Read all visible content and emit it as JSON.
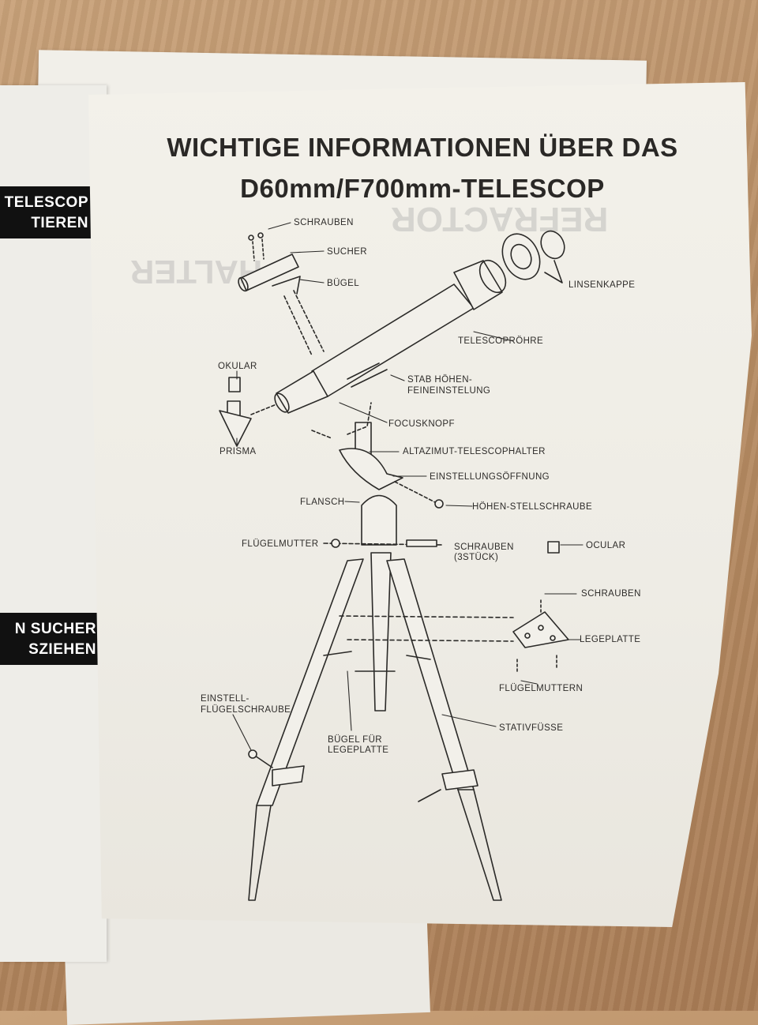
{
  "left_page": {
    "label_top": [
      "TELESCOP",
      "TIEREN"
    ],
    "label_mid": [
      "N SUCHER",
      "SZIEHEN"
    ]
  },
  "document": {
    "title_line1": "WICHTIGE INFORMATIONEN ÜBER DAS",
    "title_line2": "D60mm/F700mm-TELESCOP"
  },
  "watermarks": {
    "refractor": "REFRACTOR",
    "halter": "HALTER"
  },
  "parts": {
    "schrauben_top": "SCHRAUBEN",
    "sucher": "SUCHER",
    "buegel": "BÜGEL",
    "linsenkappe": "LINSENKAPPE",
    "telescoproehre": "TELESCOPRÖHRE",
    "okular": "OKULAR",
    "stab_line1": "STAB HÖHEN-",
    "stab_line2": "FEINEINSTELUNG",
    "focusknopf": "FOCUSKNOPF",
    "prisma": "PRISMA",
    "altazimut": "ALTAZIMUT-TELESCOPHALTER",
    "einstellungsoeffnung": "EINSTELLUNGSÖFFNUNG",
    "flansch": "FLANSCH",
    "hoehen_stellschraube": "HÖHEN-STELLSCHRAUBE",
    "fluegelmutter": "FLÜGELMUTTER",
    "schrauben_3_line1": "SCHRAUBEN",
    "schrauben_3_line2": "(3STÜCK)",
    "ocular": "OCULAR",
    "schrauben_right": "SCHRAUBEN",
    "legeplatte": "LEGEPLATTE",
    "fluegelmuttern": "FLÜGELMUTTERN",
    "einstell_line1": "EINSTELL-",
    "einstell_line2": "FLÜGELSCHRAUBE",
    "stativfuesse": "STATIVFÜSSE",
    "buegel_fuer_line1": "BÜGEL FÜR",
    "buegel_fuer_line2": "LEGEPLATTE"
  }
}
